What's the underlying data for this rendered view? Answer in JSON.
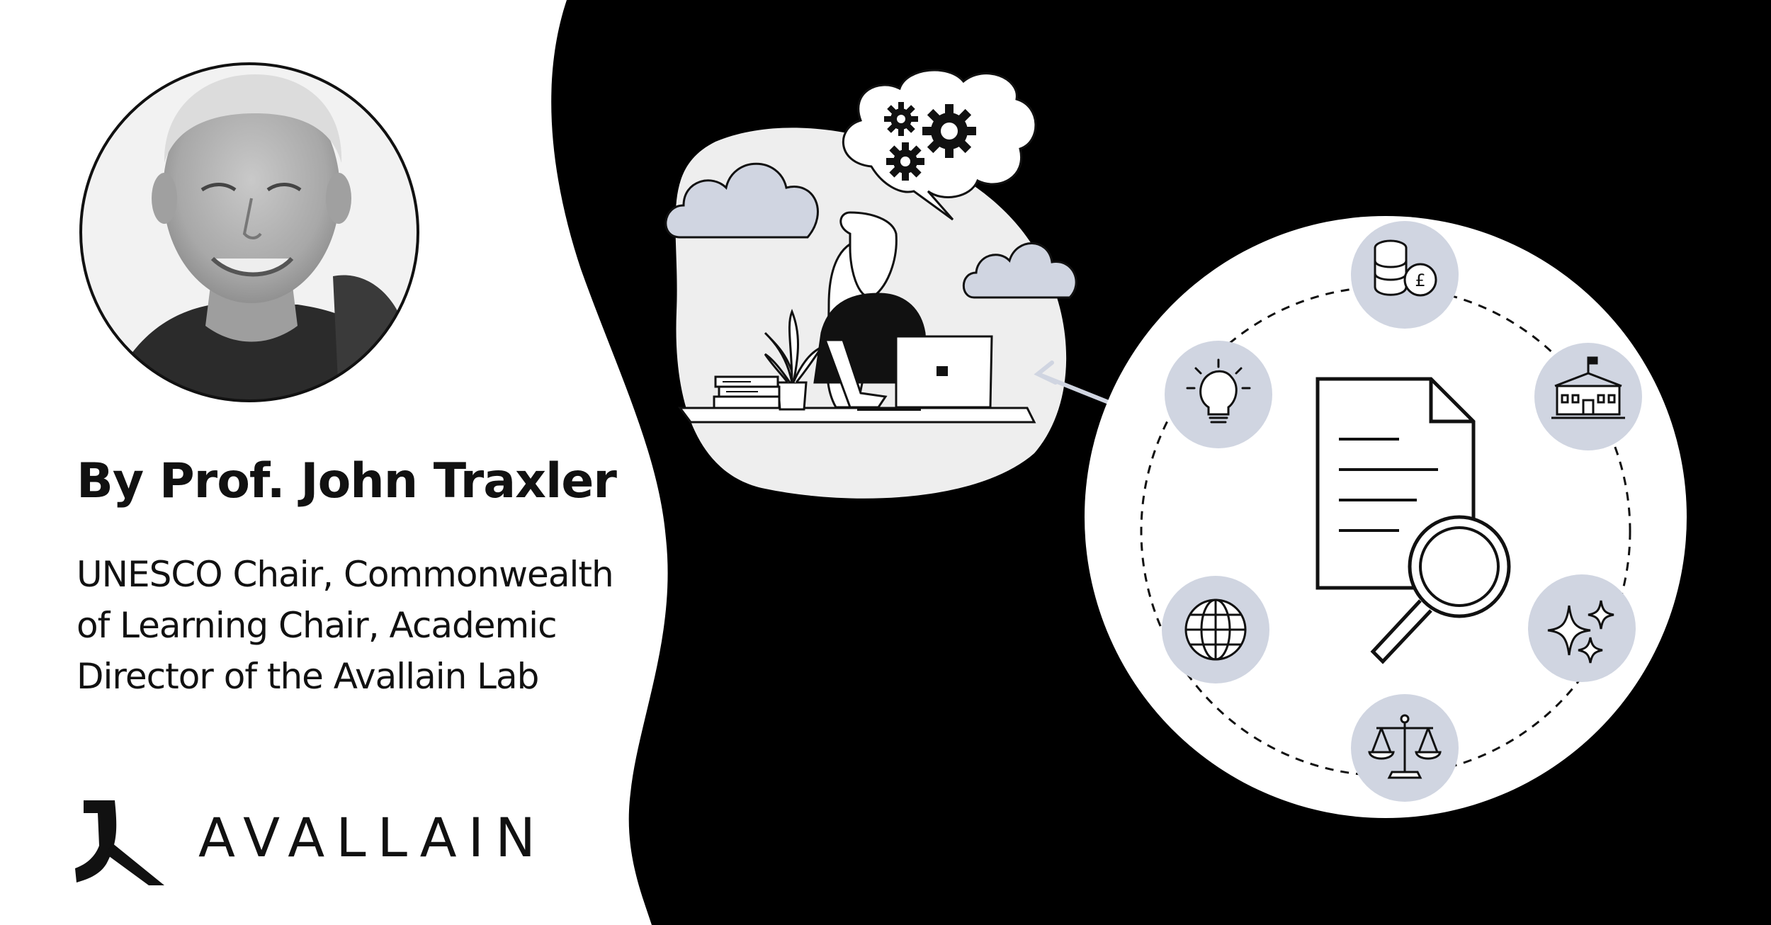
{
  "author": {
    "name": "By Prof. John Traxler",
    "roles": "UNESCO Chair, Commonwealth of Learning Chair, Academic Director of the Avallain Lab"
  },
  "brand": {
    "name": "AVALLAIN"
  },
  "colors": {
    "background_left": "#ffffff",
    "background_right": "#000000",
    "accent_grey_blue": "#d0d5e1",
    "ink": "#111111"
  },
  "icons": [
    "portrait-photo",
    "brain-gears-icon",
    "cloud-icon",
    "person-laptop-illustration",
    "plant-icon",
    "books-icon",
    "document-search-icon",
    "coins-pound-icon",
    "government-building-icon",
    "lightbulb-icon",
    "globe-icon",
    "sparkles-icon",
    "scales-of-justice-icon",
    "bidirectional-arrow-icon",
    "avallain-logo-icon"
  ]
}
